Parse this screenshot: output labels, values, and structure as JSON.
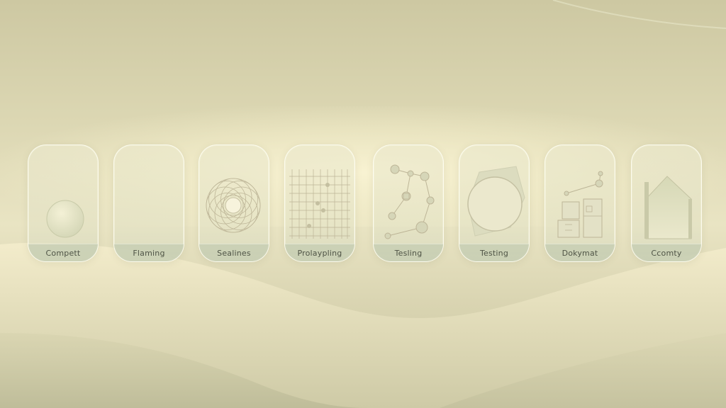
{
  "steps": [
    {
      "label": "Compett",
      "icon": "sphere-icon"
    },
    {
      "label": "Flaming",
      "icon": "blank-icon"
    },
    {
      "label": "Sealines",
      "icon": "spirograph-icon"
    },
    {
      "label": "Prolaypling",
      "icon": "grid-chart-icon"
    },
    {
      "label": "Tesling",
      "icon": "network-icon"
    },
    {
      "label": "Testing",
      "icon": "circle-square-icon"
    },
    {
      "label": "Dokymat",
      "icon": "furniture-icon"
    },
    {
      "label": "Ccomty",
      "icon": "house-icon"
    }
  ],
  "colors": {
    "band": "#c4ccb2",
    "label": "#4f5446",
    "line": "#b9b59a"
  }
}
